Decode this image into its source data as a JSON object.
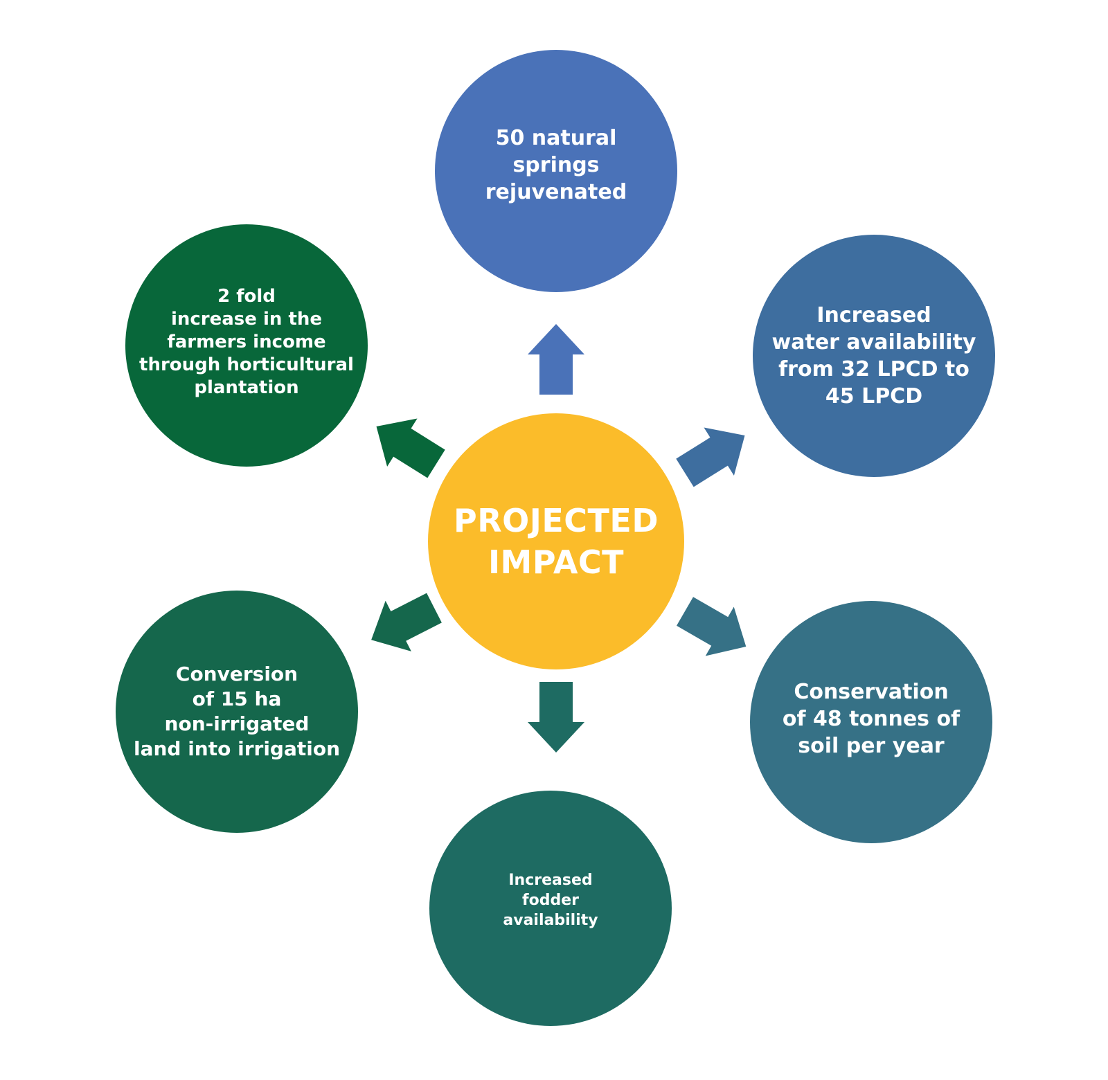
{
  "center": {
    "label": "PROJECTED\nIMPACT",
    "color": "#FBBC2A"
  },
  "outcomes": [
    {
      "id": "top",
      "label": "50 natural\nsprings\nrejuvenated",
      "color": "#4A72B8"
    },
    {
      "id": "upper-right",
      "label": "Increased\nwater availability\nfrom 32 LPCD to\n45 LPCD",
      "color": "#3E6E9F"
    },
    {
      "id": "lower-right",
      "label": "Conservation\nof 48 tonnes of\nsoil per year",
      "color": "#367186"
    },
    {
      "id": "bottom",
      "label": "Increased\nfodder\navailability",
      "color": "#1E6B62"
    },
    {
      "id": "lower-left",
      "label": "Conversion\nof 15 ha\nnon-irrigated\nland into irrigation",
      "color": "#15674C"
    },
    {
      "id": "upper-left",
      "label": "2 fold\nincrease in the\nfarmers income\nthrough horticultural\nplantation",
      "color": "#08673A"
    }
  ]
}
